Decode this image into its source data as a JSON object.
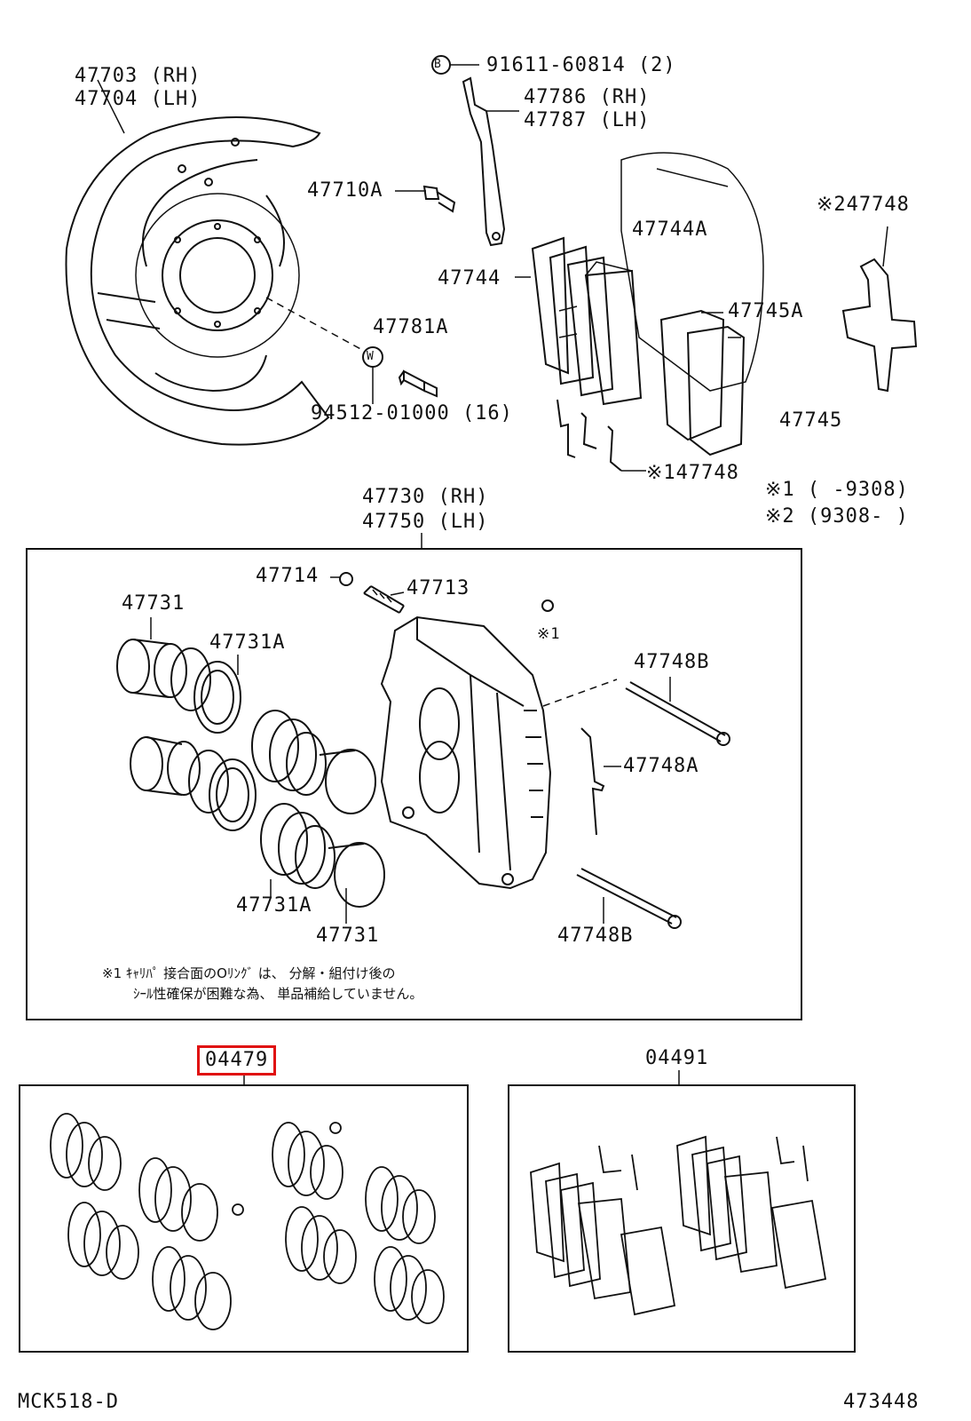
{
  "diagram": {
    "labels": {
      "p47703": "47703 (RH)",
      "p47704": "47704 (LH)",
      "b_mark": "B",
      "p91611": "91611-60814 (2)",
      "p47786": "47786 (RH)",
      "p47787": "47787 (LH)",
      "p47710A": "47710A",
      "p47744A": "47744A",
      "p47744": "47744",
      "p2_47748": "※247748",
      "p47745A": "47745A",
      "p47781A": "47781A",
      "w_mark": "W",
      "p94512": "94512-01000 (16)",
      "p47745": "47745",
      "p1_47748": "※147748",
      "fn1": "※1 (       -9308)",
      "fn2": "※2 (9308-       )",
      "p47730": "47730 (RH)",
      "p47750": "47750 (LH)",
      "p47714": "47714",
      "p47713": "47713",
      "p47731_a": "47731",
      "p47731A_a": "47731A",
      "mark1": "※1",
      "p47748B_a": "47748B",
      "p47748A": "47748A",
      "p47731A_b": "47731A",
      "p47748B_b": "47748B",
      "p47731_b": "47731",
      "note_line1": "※1 ｷｬﾘﾊﾟ 接合面のOﾘﾝｸﾞ は、 分解・組付け後の",
      "note_line2": "ｼｰﾙ性確保が困難な為、 単品補給していません。",
      "kit_04479": "04479",
      "kit_04491": "04491",
      "fig_code": "MCK518-D",
      "fig_number": "473448"
    },
    "highlight_color": "#e01010"
  }
}
